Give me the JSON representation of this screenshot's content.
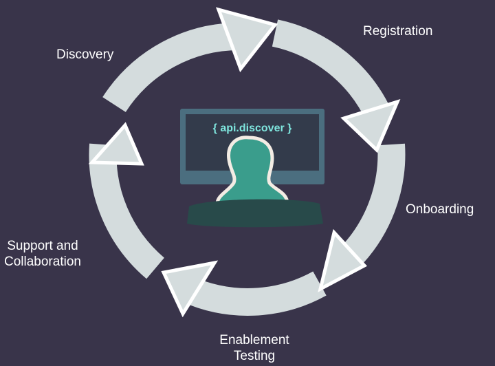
{
  "lifecycle": {
    "stages": {
      "registration": "Registration",
      "discovery": "Discovery",
      "onboarding": "Onboarding",
      "support": [
        "Support and",
        "Collaboration"
      ],
      "enablement": [
        "Enablement",
        "Testing"
      ]
    }
  },
  "center": {
    "screen_text": "{ api.discover }"
  },
  "colors": {
    "background": "#39344a",
    "ring": "#d4dcdd",
    "arrow_outline": "#ffffff",
    "monitor_frame": "#4b6e7f",
    "monitor_screen": "#333b4b",
    "screen_text": "#7fe6de",
    "person_head": "#3a9d8c",
    "person_outline": "#f3ece4",
    "desk": "#284a4a"
  }
}
